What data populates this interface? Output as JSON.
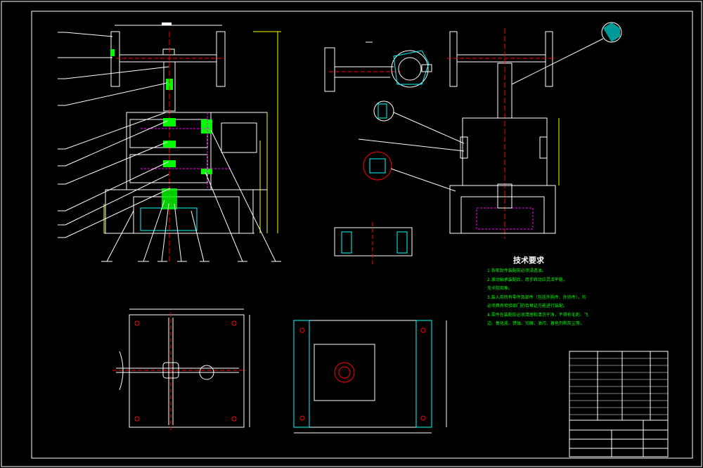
{
  "technical_requirements": {
    "title": "技术要求",
    "lines": [
      "1.各密封件装配前必须浸透油。",
      "2.滚动轴承装配后，用手转动应灵活平稳，",
      "无卡阻现象。",
      "3.装入前所有零件及部件（包括外购件、外协件），均",
      "必须具有检验部门的合格证方能进行装配。",
      "4.零件在装配前必须清理和清洗干净，不得有毛刺、飞",
      "边、氧化皮、锈蚀、切屑、油污、着色剂和灰尘等。"
    ]
  },
  "colors": {
    "background": "#000000",
    "frame": "#ffffff",
    "outline": "#ffffff",
    "dimension": "#ffff00",
    "centerline": "#ff0000",
    "hatch": "#00ffff",
    "highlight": "#00ff00",
    "hidden": "#ff00ff"
  }
}
